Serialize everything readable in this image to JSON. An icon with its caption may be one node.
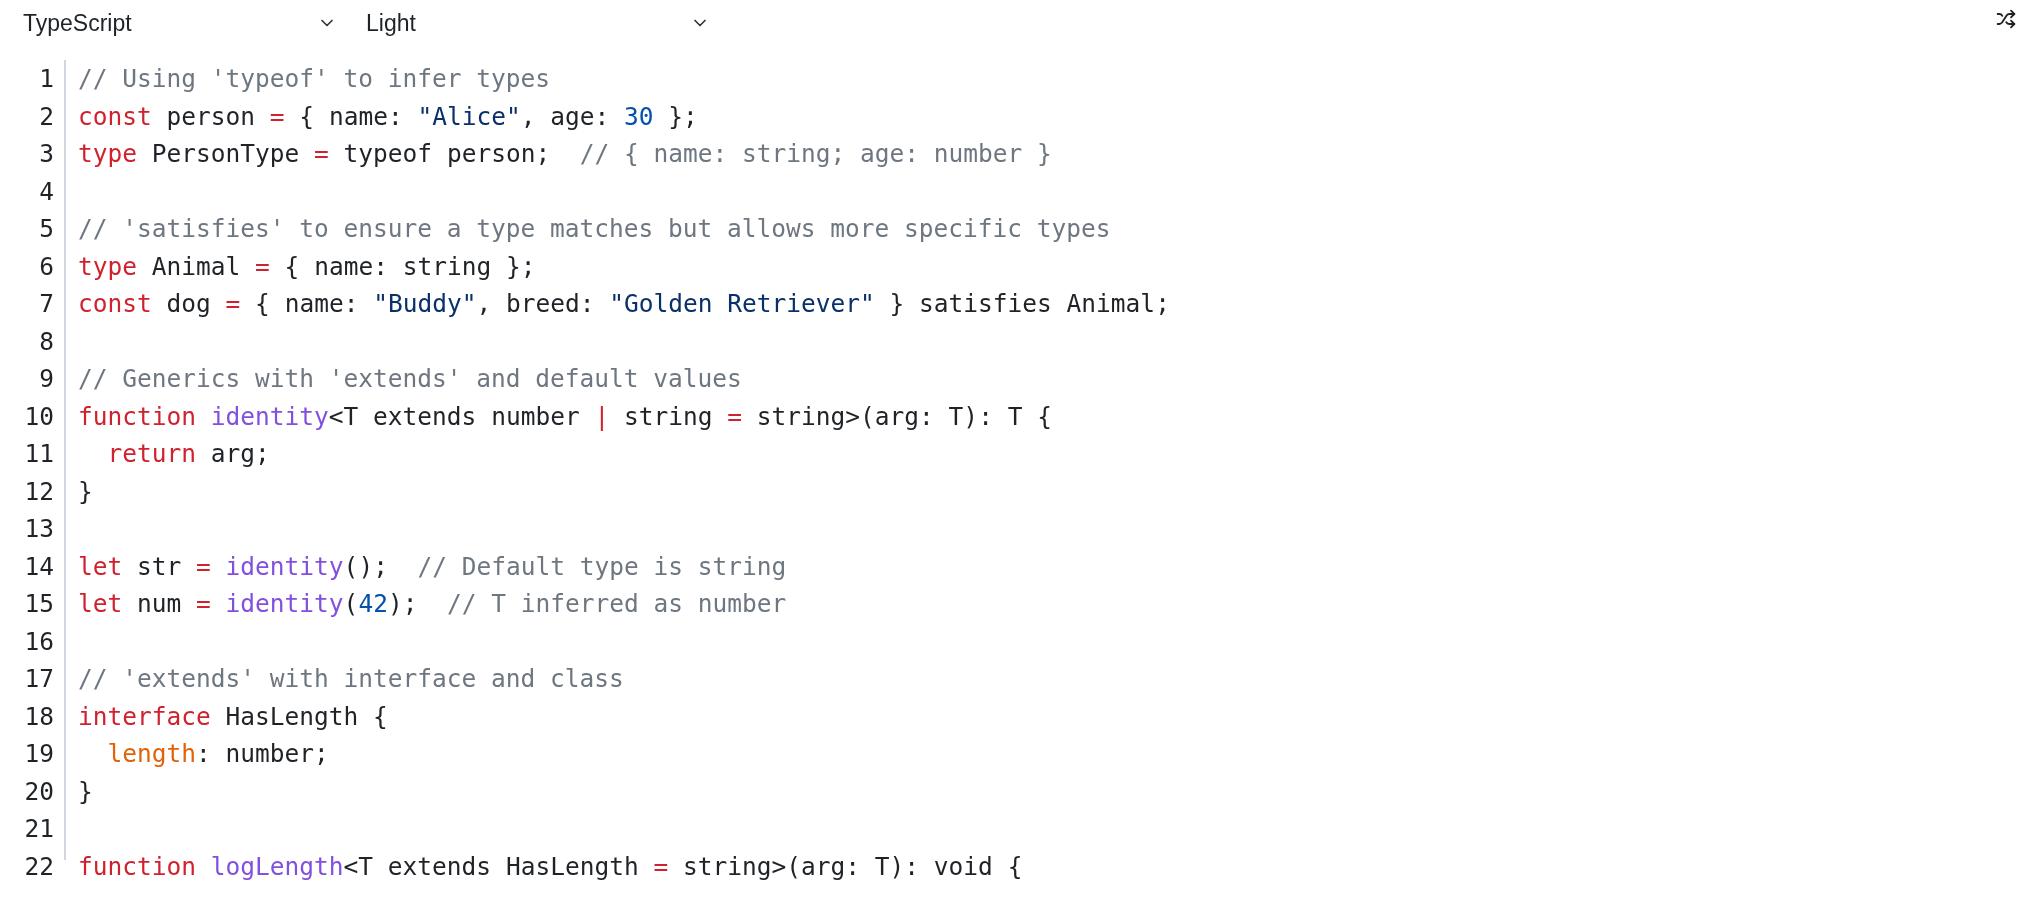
{
  "diagram": {
    "labels": [
      "TypeScript",
      "Light",
      "1",
      "// Using 'typeof' to infer types",
      "2",
      "const person = { name: \"Alice\", age: 30 };",
      "3",
      "type PersonType = typeof person;  // { name: string; age: number }",
      "4",
      "5",
      "// 'satisfies' to ensure a type matches but allows more specific types",
      "6",
      "type Animal = { name: string };",
      "7",
      "const dog = { name: \"Buddy\", breed: \"Golden Retriever\" } satisfies Animal;",
      "8",
      "9",
      "// Generics with 'extends' and default values",
      "10",
      "function identity<T extends number | string = string>(arg: T): T {",
      "11",
      "  return arg;",
      "12",
      "}",
      "13",
      "14",
      "let str = identity();  // Default type is string",
      "15",
      "let num = identity(42);  // T inferred as number",
      "16",
      "17",
      "// 'extends' with interface and class",
      "18",
      "interface HasLength {",
      "19",
      "  length: number;",
      "20",
      "}",
      "21",
      "22",
      "function logLength<T extends HasLength = string>(arg: T): void {"
    ]
  }
}
